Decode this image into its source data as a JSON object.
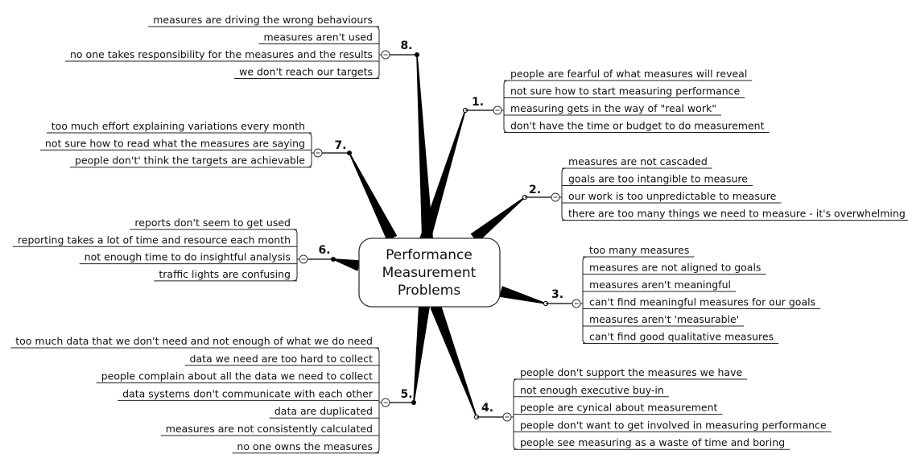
{
  "central": {
    "lines": [
      "Performance",
      "Measurement",
      "Problems"
    ]
  },
  "branches": [
    {
      "id": "b1",
      "label": "1.",
      "items": [
        "people are fearful of what measures will reveal",
        "not sure how to start measuring performance",
        "measuring gets in the way of \"real work\"",
        "don't have the time or budget to do measurement"
      ]
    },
    {
      "id": "b2",
      "label": "2.",
      "items": [
        "measures are not cascaded",
        "goals are too intangible to measure",
        "our work is too unpredictable to measure",
        "there are too many things we need to measure - it's overwhelming"
      ]
    },
    {
      "id": "b3",
      "label": "3.",
      "items": [
        "too many measures",
        "measures are not aligned to goals",
        "measures aren't meaningful",
        "can't find meaningful measures for our goals",
        "measures aren't 'measurable'",
        "can't find good qualitative measures"
      ]
    },
    {
      "id": "b4",
      "label": "4.",
      "items": [
        "people don't support the measures we have",
        "not enough executive buy-in",
        "people are cynical about measurement",
        "people don't want to get involved in measuring performance",
        "people see measuring as a waste of time and boring"
      ]
    },
    {
      "id": "b5",
      "label": "5.",
      "items": [
        "too much data that we don't need and not enough of what we do need",
        "data we need are too hard to collect",
        "people complain about all the data we need to collect",
        "data systems don't communicate with each other",
        "data are duplicated",
        "measures are not consistently calculated",
        "no one owns the measures"
      ]
    },
    {
      "id": "b6",
      "label": "6.",
      "items": [
        "reports don't seem to get used",
        "reporting takes a lot of time and resource each month",
        "not enough time to do insightful analysis",
        "traffic lights are confusing"
      ]
    },
    {
      "id": "b7",
      "label": "7.",
      "items": [
        "too much effort explaining variations every month",
        "not sure how to read what the measures are saying",
        "people don't' think the targets are achievable"
      ]
    },
    {
      "id": "b8",
      "label": "8.",
      "items": [
        "measures are driving the wrong behaviours",
        "measures aren't used",
        "no one takes responsibility for the measures and the results",
        "we don't reach our targets"
      ]
    }
  ]
}
